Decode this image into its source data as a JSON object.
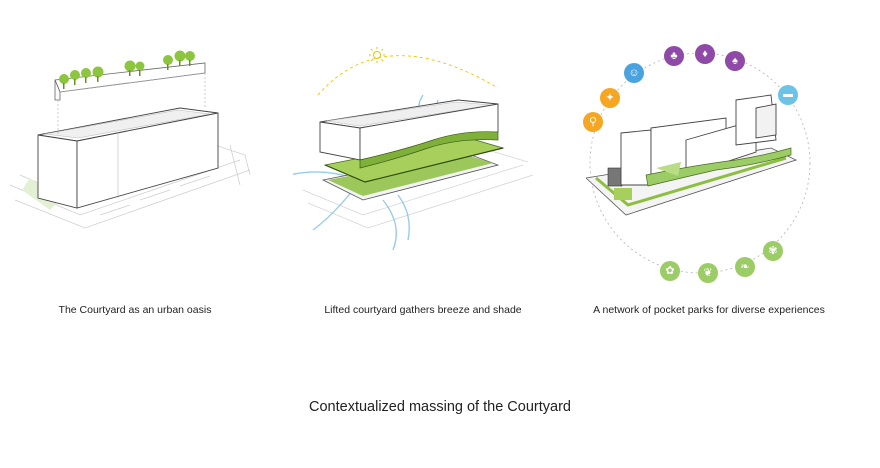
{
  "panels": [
    {
      "caption": "The Courtyard as an urban oasis"
    },
    {
      "caption": "Lifted courtyard gathers breeze and shade"
    },
    {
      "caption": "A network of pocket parks for diverse experiences"
    }
  ],
  "title": "Contextualized massing of the Courtyard",
  "colors": {
    "green": "#9ccc65",
    "dark_green": "#6b8e23",
    "orange": "#f5a623",
    "blue": "#5aa9e6",
    "purple": "#8e4aa6",
    "light_blue": "#6cc3e8",
    "yellow": "#f2c200"
  },
  "icons": {
    "upper": [
      "bicycle-icon",
      "runner-icon",
      "kids-play-icon",
      "community-icon",
      "gathering-icon",
      "lounge-icon",
      "bus-icon"
    ],
    "lower": [
      "picnic-icon",
      "garden-icon",
      "leaf-icon",
      "plant-icon"
    ]
  }
}
